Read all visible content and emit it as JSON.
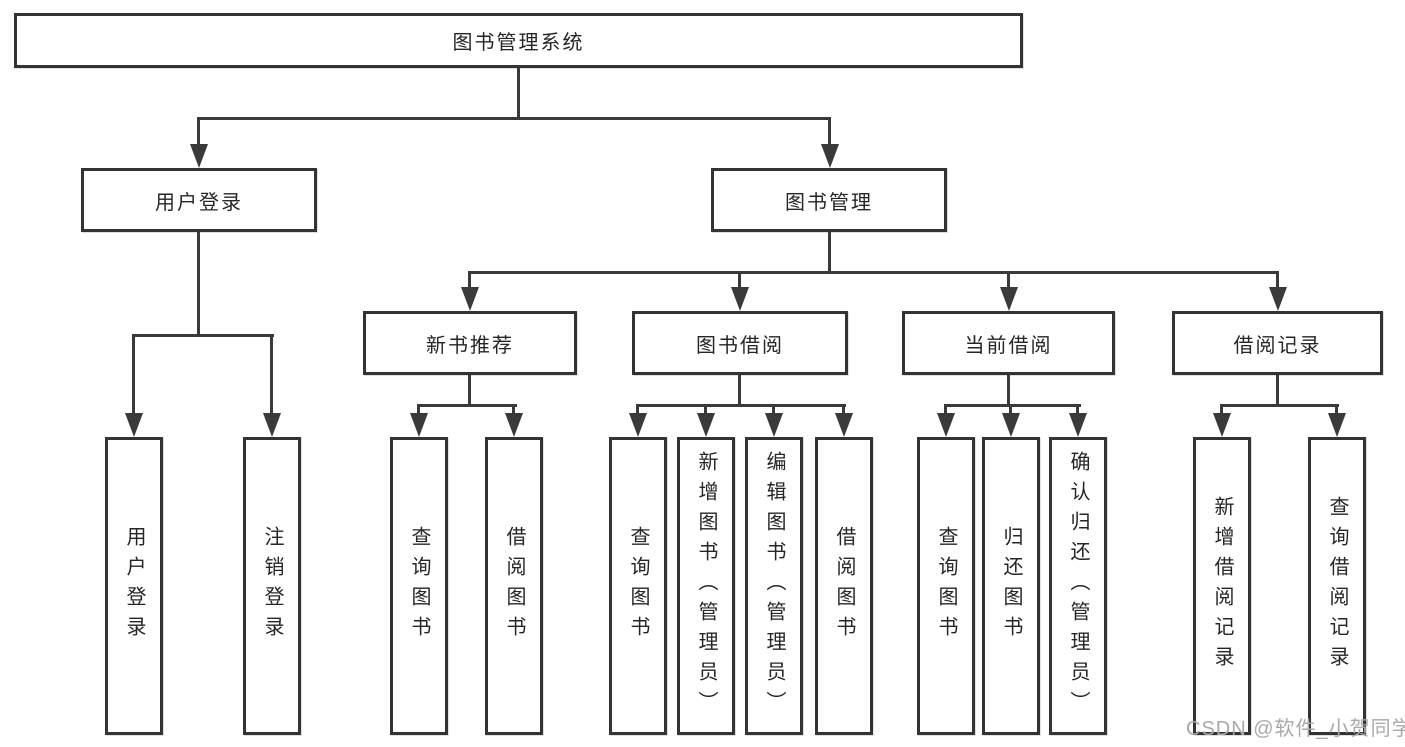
{
  "diagram": {
    "root": {
      "label": "图书管理系统"
    },
    "branches": {
      "user_login": {
        "label": "用户登录"
      },
      "book_mgmt": {
        "label": "图书管理"
      }
    },
    "modules": [
      {
        "label": "新书推荐"
      },
      {
        "label": "图书借阅"
      },
      {
        "label": "当前借阅"
      },
      {
        "label": "借阅记录"
      }
    ],
    "leaves": [
      {
        "label": "用户登录"
      },
      {
        "label": "注销登录"
      },
      {
        "label": "查询图书"
      },
      {
        "label": "借阅图书"
      },
      {
        "label": "查询图书"
      },
      {
        "label": "新增图书（管理员）"
      },
      {
        "label": "编辑图书（管理员）"
      },
      {
        "label": "借阅图书"
      },
      {
        "label": "查询图书"
      },
      {
        "label": "归还图书"
      },
      {
        "label": "确认归还（管理员）"
      },
      {
        "label": "新增借阅记录"
      },
      {
        "label": "查询借阅记录"
      }
    ]
  },
  "watermark": {
    "text": "CSDN @软件_小贺同学"
  },
  "colors": {
    "line": "#3a3a3a",
    "box_border": "#333333",
    "text": "#262626",
    "watermark": "#a9a9a9",
    "background": "#ffffff"
  }
}
